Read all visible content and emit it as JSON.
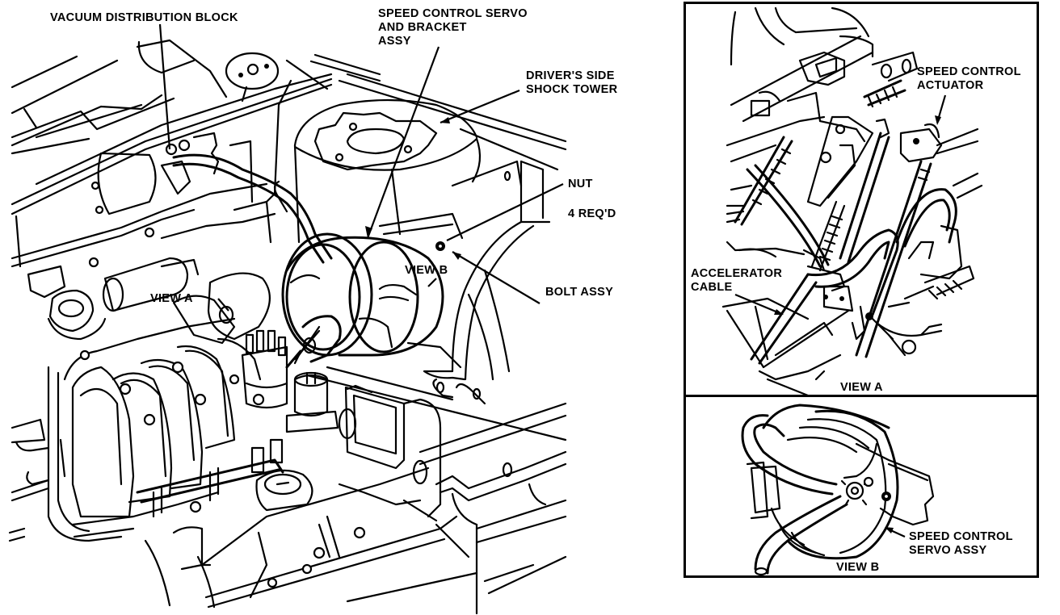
{
  "diagram": {
    "subject": "Speed control servo installation",
    "line_color": "#000000",
    "background_color": "#ffffff",
    "main_view": {
      "callouts": [
        {
          "id": "vacuum-block",
          "text": "VACUUM DISTRIBUTION BLOCK"
        },
        {
          "id": "servo-bracket",
          "text": "SPEED CONTROL SERVO\nAND BRACKET\nASSY"
        },
        {
          "id": "shock-tower",
          "text": "DRIVER'S SIDE\nSHOCK TOWER"
        },
        {
          "id": "nut",
          "text": "NUT"
        },
        {
          "id": "nut-qty",
          "text": "4 REQ'D"
        },
        {
          "id": "bolt",
          "text": "BOLT ASSY"
        },
        {
          "id": "view-a-ref",
          "text": "VIEW A"
        },
        {
          "id": "view-b-ref",
          "text": "VIEW B"
        }
      ]
    },
    "insets": [
      {
        "id": "view-a",
        "title": "VIEW A",
        "callouts": [
          {
            "id": "actuator",
            "text": "SPEED CONTROL\nACTUATOR"
          },
          {
            "id": "accel-cable",
            "text": "ACCELERATOR\nCABLE"
          }
        ]
      },
      {
        "id": "view-b",
        "title": "VIEW B",
        "callouts": [
          {
            "id": "servo-assy",
            "text": "SPEED CONTROL\nSERVO ASSY"
          }
        ]
      }
    ]
  }
}
